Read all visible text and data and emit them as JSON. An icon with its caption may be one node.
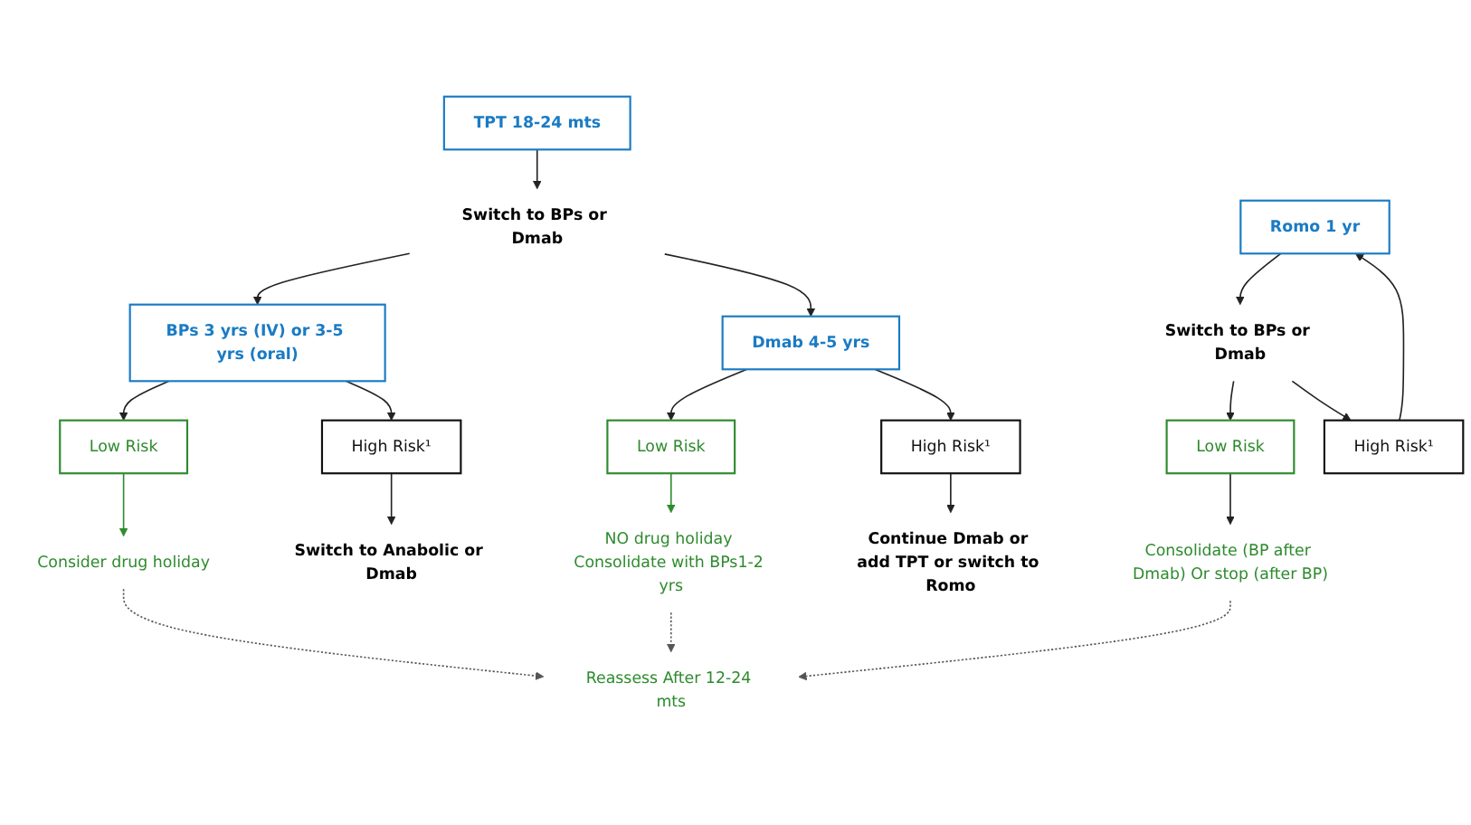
{
  "diagram": {
    "nodes": [
      {
        "text": [
          "BPs 3 yrs (IV) or 3-5 yrs (oral)"
        ]
      },
      {
        "text": [
          "Dmab 4-5 yrs"
        ]
      },
      {
        "text": [
          "TPT 18-24 mts"
        ]
      },
      {
        "text": [
          "Romo 1 yr"
        ]
      },
      {
        "text": [
          "Low Risk"
        ]
      },
      {
        "text": [
          "High Risk¹"
        ]
      },
      {
        "text": [
          "Low Risk"
        ]
      },
      {
        "text": [
          "High Risk¹"
        ]
      },
      {
        "text": [
          "Switch to BPs or Dmab"
        ]
      },
      {
        "text": [
          "Switch to BPs or Dmab"
        ]
      },
      {
        "text": [
          "Consider drug holiday"
        ]
      },
      {
        "text": [
          "Switch to Anabolic or Dmab"
        ]
      },
      {
        "text": [
          "NO drug holiday Consolidate with BPs1-2 yrs"
        ]
      },
      {
        "text": [
          "Continue Dmab or add TPT or switch to Romo"
        ]
      },
      {
        "text": [
          "Low Risk"
        ]
      },
      {
        "text": [
          "High Risk¹"
        ]
      },
      {
        "text": [
          "Reassess After 12-24 mts"
        ]
      },
      {
        "text": [
          "Consolidate (BP after Dmab) Or stop (after BP)"
        ]
      }
    ],
    "edges": [
      {
        "from": 0,
        "to": 4,
        "arrow": "to"
      },
      {
        "from": 0,
        "to": 5,
        "arrow": "to"
      },
      {
        "from": 1,
        "to": 6,
        "arrow": "to"
      },
      {
        "from": 1,
        "to": 7,
        "arrow": "to"
      },
      {
        "from": 2,
        "to": 8,
        "arrow": "to"
      },
      {
        "from": 3,
        "to": 9,
        "arrow": "to"
      },
      {
        "from": 4,
        "to": 10,
        "arrow": "to",
        "color": "#2e8b2e"
      },
      {
        "from": 5,
        "to": 11,
        "arrow": "to"
      },
      {
        "from": 6,
        "to": 12,
        "arrow": "to",
        "color": "#2e8b2e"
      },
      {
        "from": 7,
        "to": 13,
        "arrow": "to"
      },
      {
        "from": 8,
        "to": 0,
        "arrow": "to"
      },
      {
        "from": 8,
        "to": 1,
        "arrow": "to"
      },
      {
        "from": 9,
        "to": 14,
        "arrow": "to"
      },
      {
        "from": 9,
        "to": 15,
        "arrow": "to"
      },
      {
        "from": 14,
        "to": 17,
        "arrow": "to"
      },
      {
        "from": 15,
        "to": 3,
        "arrow": "to"
      },
      {
        "from": 10,
        "to": 16,
        "arrow": "to",
        "style": "dashed",
        "color": "#555555"
      },
      {
        "from": 12,
        "to": 16,
        "arrow": "to",
        "style": "dashed",
        "color": "#555555"
      },
      {
        "from": 17,
        "to": 16,
        "arrow": "to",
        "style": "dashed",
        "color": "#555555"
      }
    ]
  }
}
